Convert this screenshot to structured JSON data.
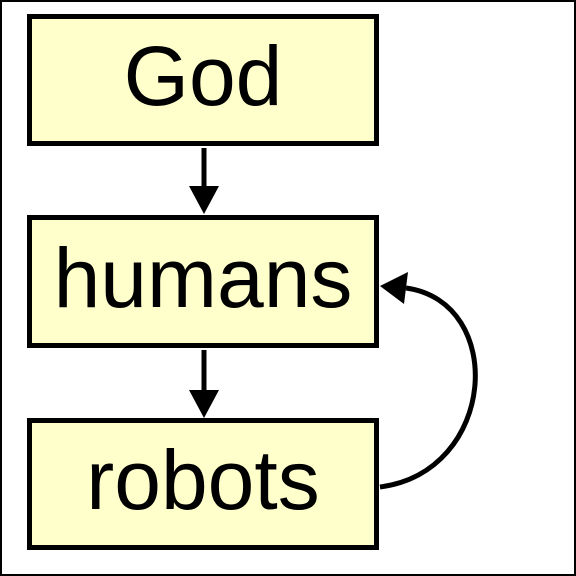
{
  "diagram": {
    "nodes": [
      {
        "id": "god",
        "label": "God"
      },
      {
        "id": "humans",
        "label": "humans"
      },
      {
        "id": "robots",
        "label": "robots"
      }
    ],
    "edges": [
      {
        "from": "god",
        "to": "humans"
      },
      {
        "from": "humans",
        "to": "robots"
      },
      {
        "from": "robots",
        "to": "humans"
      }
    ]
  },
  "colors": {
    "node_fill": "#ffffcc",
    "stroke": "#000000",
    "background": "#ffffff"
  }
}
